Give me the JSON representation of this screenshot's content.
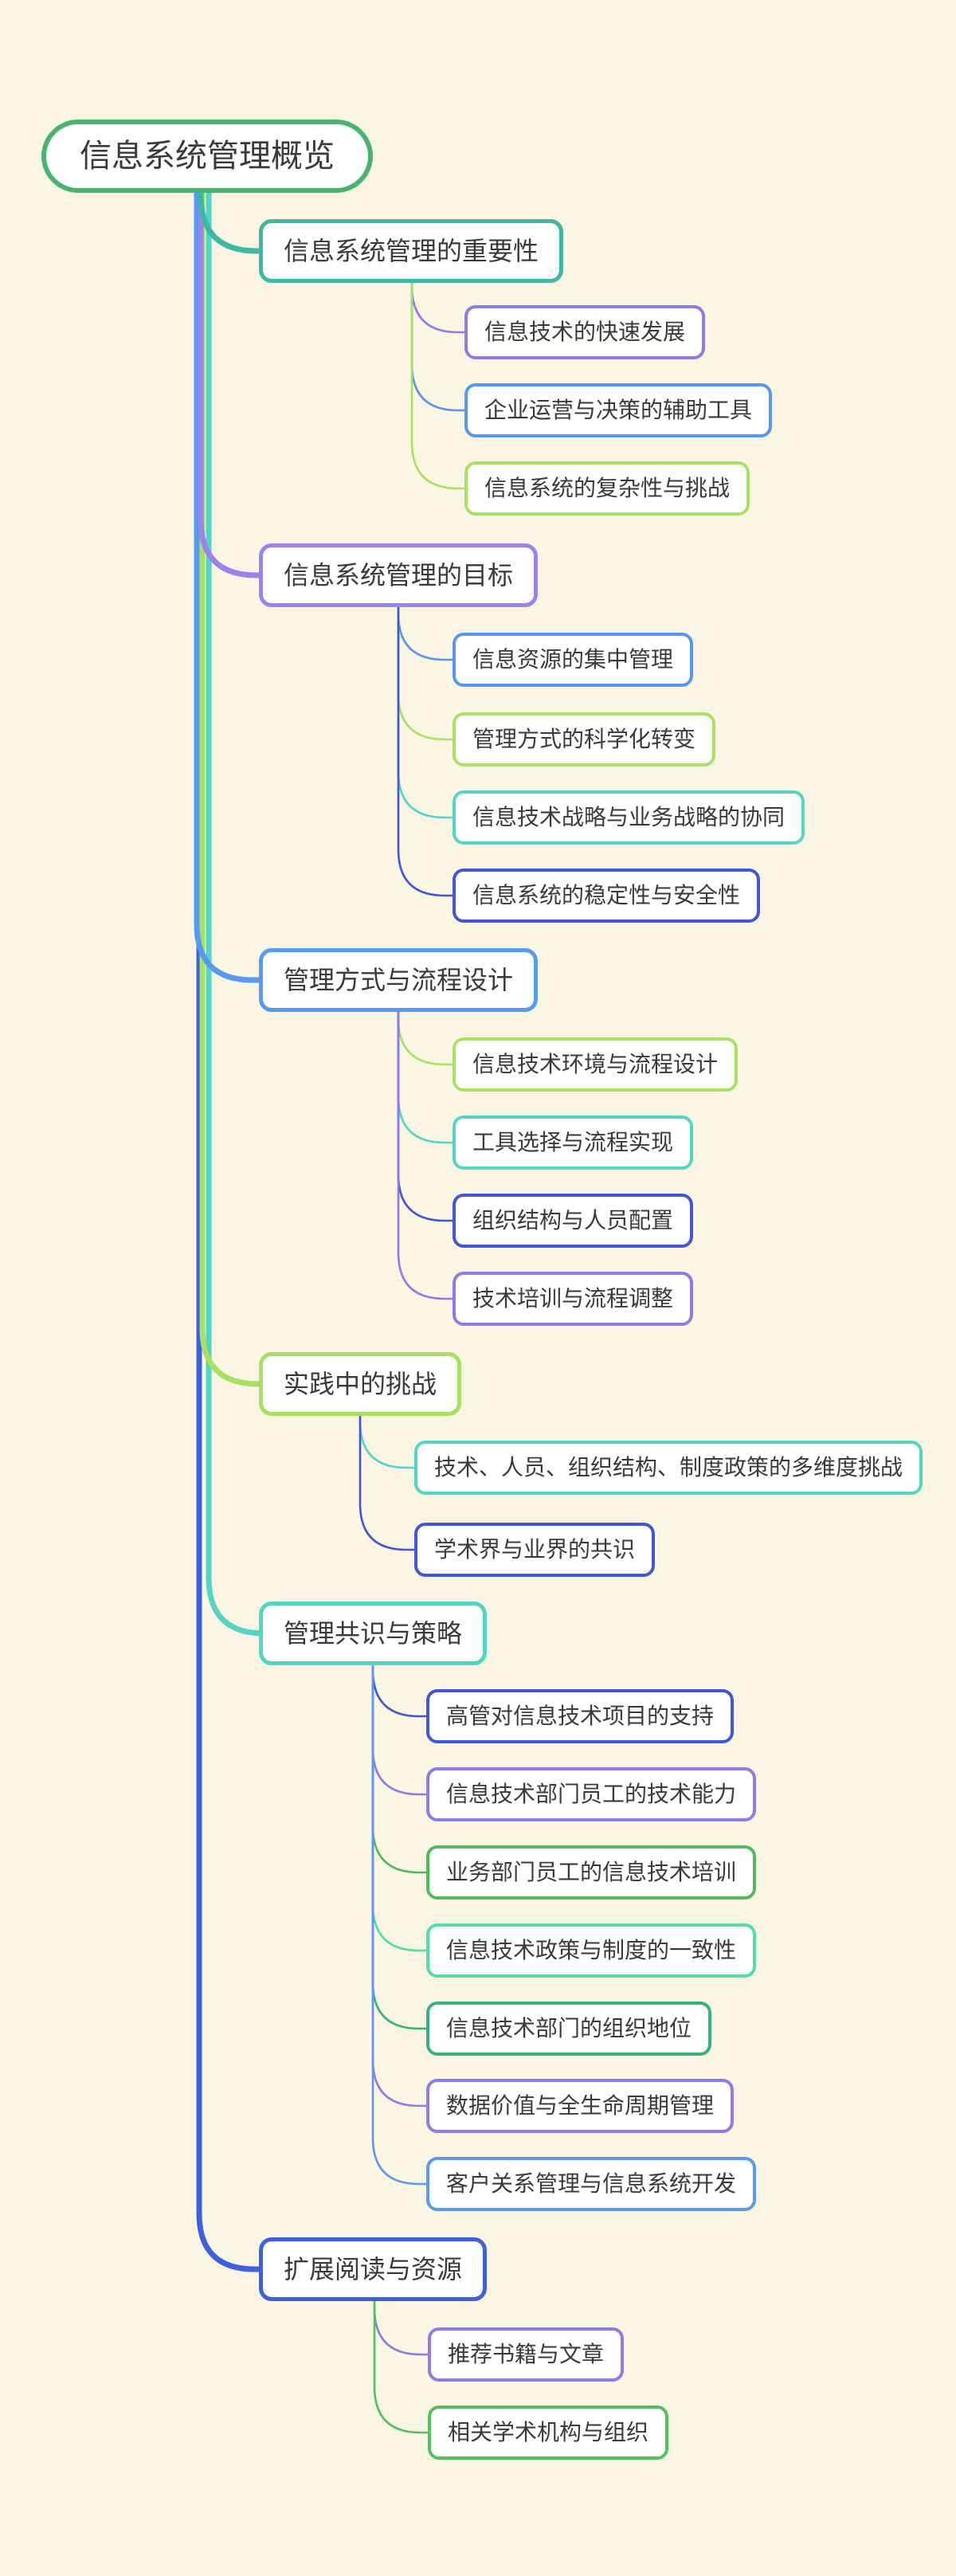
{
  "colors": {
    "background": "#faf6e3",
    "node_background": "#ffffff",
    "text": "#3a3a3a"
  },
  "root": {
    "label": "信息系统管理概览",
    "color": "#47b56f"
  },
  "branches": [
    {
      "label": "信息系统管理的重要性",
      "color": "#3eb8a2",
      "children": [
        {
          "label": "信息技术的快速发展",
          "color": "#8f7ae9"
        },
        {
          "label": "企业运营与决策的辅助工具",
          "color": "#5897f0"
        },
        {
          "label": "信息系统的复杂性与挑战",
          "color": "#a9e163"
        }
      ]
    },
    {
      "label": "信息系统管理的目标",
      "color": "#9b82ee",
      "children": [
        {
          "label": "信息资源的集中管理",
          "color": "#5897f0"
        },
        {
          "label": "管理方式的科学化转变",
          "color": "#a9e163"
        },
        {
          "label": "信息技术战略与业务战略的协同",
          "color": "#54d6c4"
        },
        {
          "label": "信息系统的稳定性与安全性",
          "color": "#4156d8"
        }
      ]
    },
    {
      "label": "管理方式与流程设计",
      "color": "#569bf2",
      "children": [
        {
          "label": "信息技术环境与流程设计",
          "color": "#a9e163"
        },
        {
          "label": "工具选择与流程实现",
          "color": "#54d6c4"
        },
        {
          "label": "组织结构与人员配置",
          "color": "#4156d8"
        },
        {
          "label": "技术培训与流程调整",
          "color": "#8f7ae9"
        }
      ]
    },
    {
      "label": "实践中的挑战",
      "color": "#a8e061",
      "children": [
        {
          "label": "技术、人员、组织结构、制度政策的多维度挑战",
          "color": "#54d6c4"
        },
        {
          "label": "学术界与业界的共识",
          "color": "#4156d8"
        }
      ]
    },
    {
      "label": "管理共识与策略",
      "color": "#52d5c5",
      "children": [
        {
          "label": "高管对信息技术项目的支持",
          "color": "#4156d8"
        },
        {
          "label": "信息技术部门员工的技术能力",
          "color": "#8f7ae9"
        },
        {
          "label": "业务部门员工的信息技术培训",
          "color": "#52ba5e"
        },
        {
          "label": "信息技术政策与制度的一致性",
          "color": "#4edfa6"
        },
        {
          "label": "信息技术部门的组织地位",
          "color": "#35b47e"
        },
        {
          "label": "数据价值与全生命周期管理",
          "color": "#9279ea"
        },
        {
          "label": "客户关系管理与信息系统开发",
          "color": "#5b9af2"
        }
      ]
    },
    {
      "label": "扩展阅读与资源",
      "color": "#3d60df",
      "children": [
        {
          "label": "推荐书籍与文章",
          "color": "#8f7ae9"
        },
        {
          "label": "相关学术机构与组织",
          "color": "#4fc45c"
        }
      ]
    }
  ]
}
